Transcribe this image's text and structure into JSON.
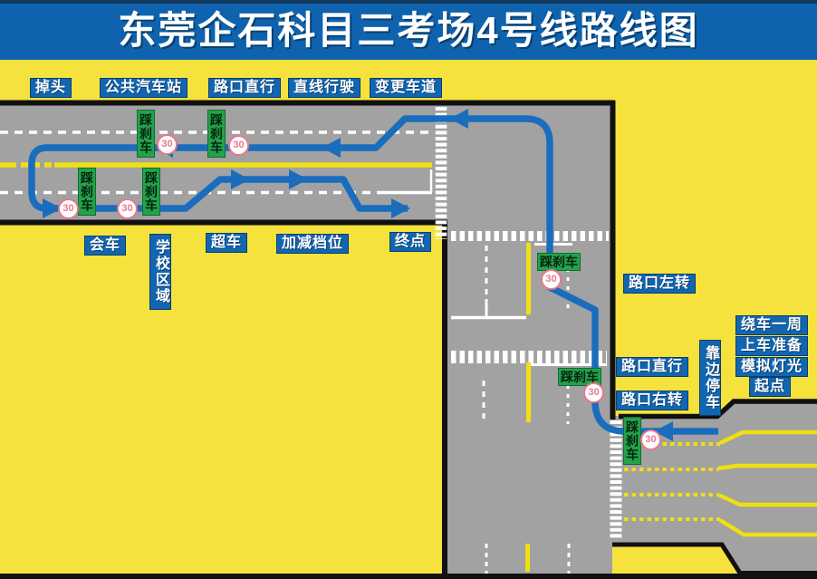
{
  "title": "东莞企石科目三考场4号线路线图",
  "legend_top": {
    "u_turn": "掉头",
    "bus_stop": "公共汽车站",
    "cross_straight": "路口直行",
    "drive_straight": "直线行驶",
    "change_lane": "变更车道"
  },
  "legend_mid": {
    "meet_vehicle": "会车",
    "school_zone": "学校区域",
    "overtake": "超车",
    "shift_gears": "加减档位",
    "end_point": "终点"
  },
  "route_labels": {
    "turn_left": "路口左转",
    "go_straight": "路口直行",
    "turn_right": "路口右转",
    "pull_over": "靠边停车",
    "walk_around": "绕车一周",
    "board_prepare": "上车准备",
    "simulate_lights": "模拟灯光",
    "start_point": "起点"
  },
  "markers": {
    "brake": "踩刹车",
    "speed": "30"
  },
  "colors": {
    "title_bg": "#0f63ae",
    "badge_bg": "#1266b1",
    "road": "#a2a2a2",
    "route": "#1a6dbd",
    "yellow_bg": "#f6e23d",
    "lane_yellow": "#f0df12",
    "brake_bg": "#23a24b",
    "speed_ring": "#e8788c"
  }
}
